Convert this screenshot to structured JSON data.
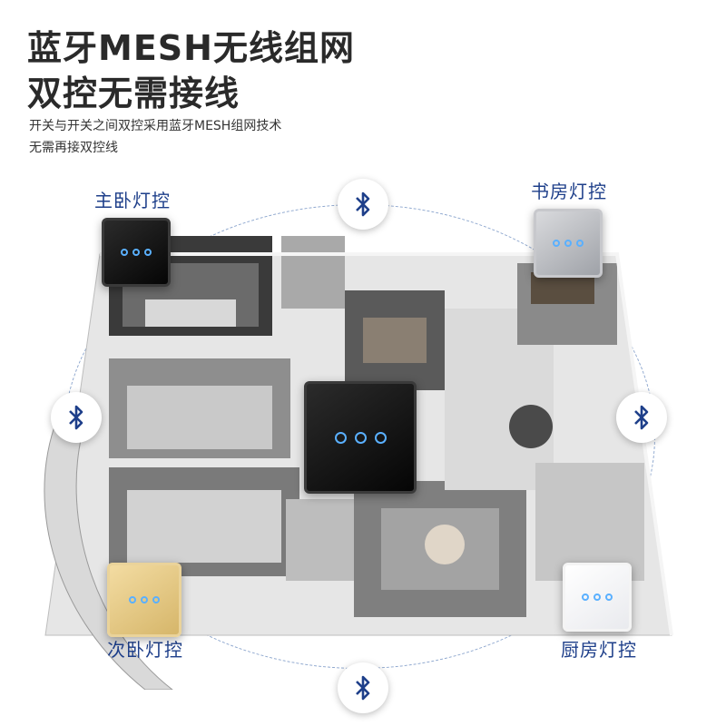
{
  "headline": {
    "line1": "蓝牙MESH无线组网",
    "line2": "双控无需接线"
  },
  "description": {
    "line1": "开关与开关之间双控采用蓝牙MESH组网技术",
    "line2": "无需再接双控线"
  },
  "rooms": {
    "master_bedroom": "主卧灯控",
    "study": "书房灯控",
    "second_bedroom": "次卧灯控",
    "kitchen": "厨房灯控"
  },
  "icons": {
    "bluetooth": "bluetooth-icon"
  },
  "colors": {
    "accent": "#1e3f8a",
    "mesh_ring": "#8fa8cf",
    "indicator": "#5ab0ff"
  }
}
